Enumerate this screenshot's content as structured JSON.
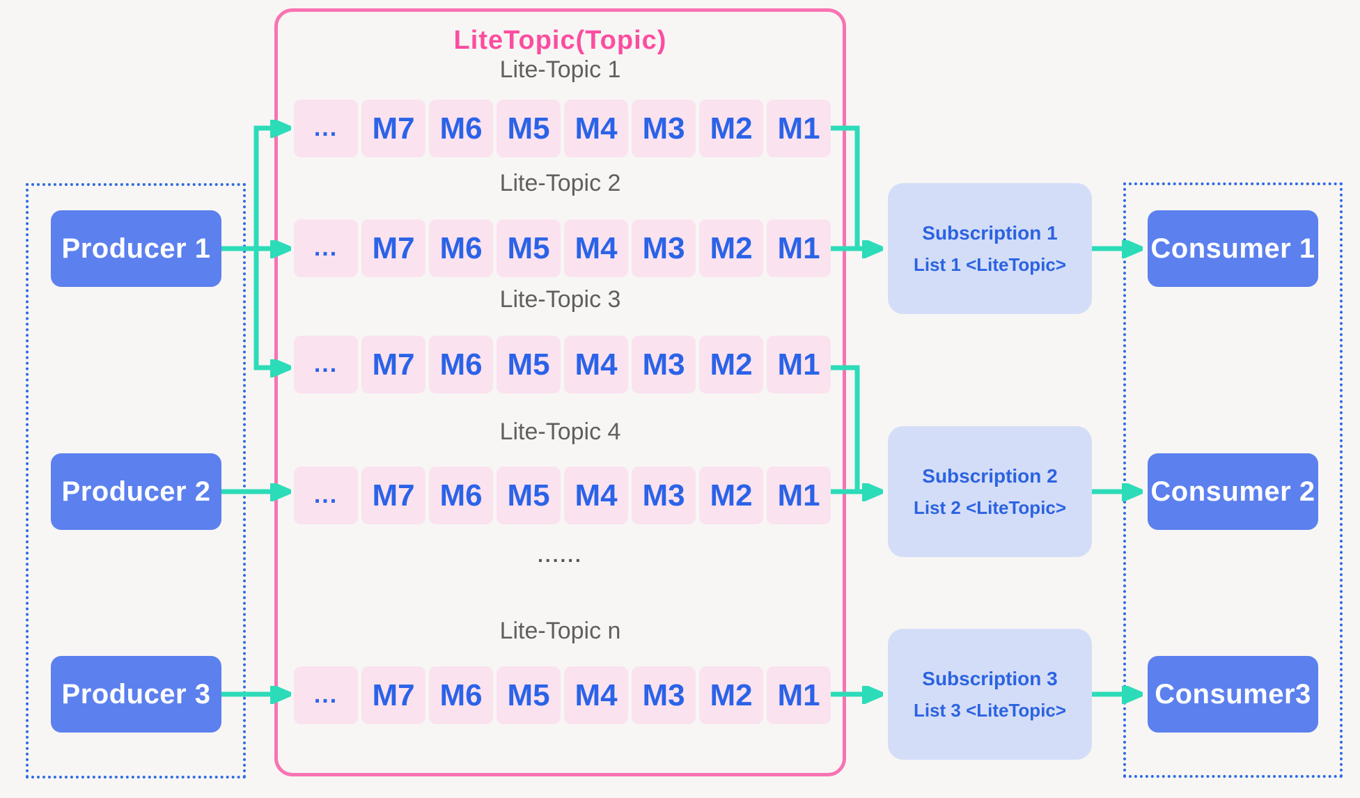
{
  "diagram": {
    "producers": {
      "items": [
        "Producer 1",
        "Producer 2",
        "Producer 3"
      ]
    },
    "topic": {
      "title": "LiteTopic(Topic)",
      "ellipsis": "......",
      "rows": [
        {
          "label": "Lite-Topic 1",
          "cells": [
            "...",
            "M7",
            "M6",
            "M5",
            "M4",
            "M3",
            "M2",
            "M1"
          ]
        },
        {
          "label": "Lite-Topic 2",
          "cells": [
            "...",
            "M7",
            "M6",
            "M5",
            "M4",
            "M3",
            "M2",
            "M1"
          ]
        },
        {
          "label": "Lite-Topic 3",
          "cells": [
            "...",
            "M7",
            "M6",
            "M5",
            "M4",
            "M3",
            "M2",
            "M1"
          ]
        },
        {
          "label": "Lite-Topic 4",
          "cells": [
            "...",
            "M7",
            "M6",
            "M5",
            "M4",
            "M3",
            "M2",
            "M1"
          ]
        },
        {
          "label": "Lite-Topic n",
          "cells": [
            "...",
            "M7",
            "M6",
            "M5",
            "M4",
            "M3",
            "M2",
            "M1"
          ]
        }
      ]
    },
    "subscriptions": [
      {
        "title": "Subscription 1",
        "subtitle": "List 1 <LiteTopic>"
      },
      {
        "title": "Subscription 2",
        "subtitle": "List 2 <LiteTopic>"
      },
      {
        "title": "Subscription 3",
        "subtitle": "List 3 <LiteTopic>"
      }
    ],
    "consumers": {
      "items": [
        "Consumer 1",
        "Consumer 2",
        "Consumer3"
      ]
    }
  },
  "colors": {
    "background": "#f7f6f4",
    "topic_border": "#f873b2",
    "topic_title": "#fb4da0",
    "cell_fill": "#fbe2ef",
    "cell_text": "#2b63e7",
    "node_fill": "#5c80ee",
    "node_text": "#ffffff",
    "subscription_fill": "#d4ddf8",
    "subscription_text": "#2b63e0",
    "arrow": "#2cdcb8",
    "dotted_border": "#2e6ae3",
    "label_text": "#5f5f5f"
  }
}
